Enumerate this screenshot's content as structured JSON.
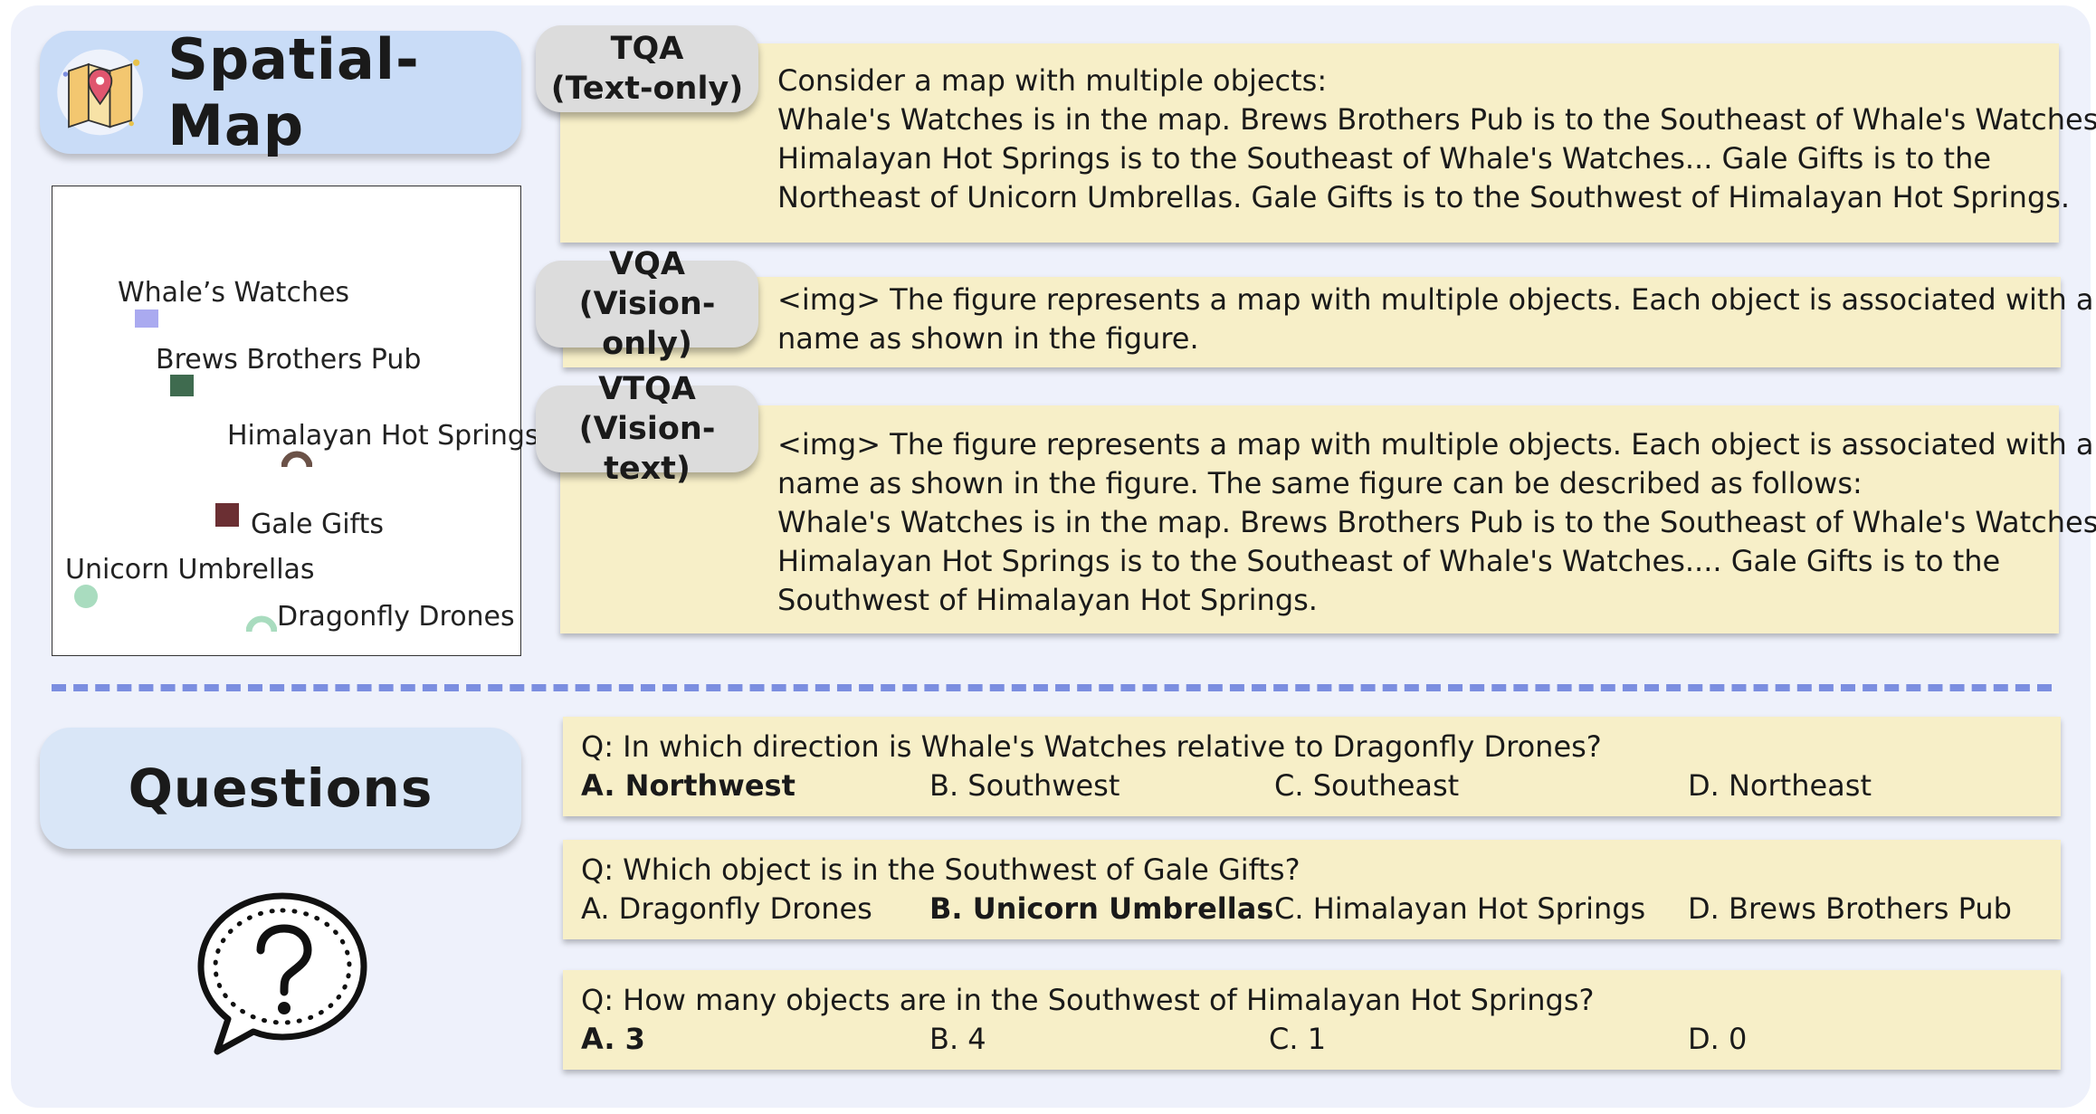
{
  "title": "Spatial-Map",
  "questions_title": "Questions",
  "map": {
    "objects": [
      {
        "name": "Whale’s  Watches"
      },
      {
        "name": "Brews Brothers Pub"
      },
      {
        "name": "Himalayan Hot Springs"
      },
      {
        "name": "Gale Gifts"
      },
      {
        "name": "Unicorn Umbrellas"
      },
      {
        "name": "Dragonfly Drones"
      }
    ],
    "colors": {
      "whales_watches": "#aaaaf0",
      "brews_brothers_pub": "#3f6b4f",
      "himalayan_hot_springs": "#6b5248",
      "gale_gifts": "#6b2f33",
      "unicorn_umbrellas": "#a9dcbf",
      "dragonfly_drones": "#a9dcbf"
    }
  },
  "modes": [
    {
      "tag_line1": "TQA",
      "tag_line2": "(Text-only)",
      "lines": [
        "Consider a map with multiple objects:",
        "Whale's Watches is in the map.  Brews Brothers Pub is to the Southeast of Whale's Watches.",
        "Himalayan Hot Springs is to the Southeast of Whale's Watches... Gale Gifts is to the",
        "Northeast of Unicorn Umbrellas. Gale Gifts is to the Southwest of Himalayan Hot Springs."
      ]
    },
    {
      "tag_line1": "VQA",
      "tag_line2": "(Vision-only)",
      "lines": [
        "<img> The figure represents a map with multiple objects. Each object is associated with a",
        "name as shown in the figure."
      ]
    },
    {
      "tag_line1": "VTQA",
      "tag_line2": "(Vision-text)",
      "lines": [
        "<img> The figure represents a map with multiple objects. Each object is associated with a",
        "name as shown in the figure.  The same figure can be described as follows:",
        "Whale's Watches is in the map.  Brews Brothers Pub is to the Southeast of Whale's Watches.",
        "Himalayan Hot Springs is to the Southeast of Whale's Watches....  Gale Gifts is to the",
        "Southwest of Himalayan Hot Springs."
      ]
    }
  ],
  "questions": [
    {
      "q": "Q: In which direction is Whale's Watches relative to Dragonfly Drones?",
      "options": [
        "A. Northwest",
        "B. Southwest",
        "C. Southeast",
        "D. Northeast"
      ],
      "correct": 0
    },
    {
      "q": "Q: Which object is in the Southwest of Gale Gifts?",
      "options": [
        "A. Dragonfly Drones",
        "B. Unicorn Umbrellas",
        "C. Himalayan Hot Springs",
        "D. Brews Brothers Pub"
      ],
      "correct": 1
    },
    {
      "q": "Q: How many objects are in the Southwest of Himalayan Hot Springs?",
      "options": [
        "A. 3",
        "B. 4",
        "C. 1",
        "D. 0"
      ],
      "correct": 0
    }
  ],
  "icons": {
    "title_icon": "folded-map-pin-icon",
    "questions_icon": "question-speech-bubble-icon"
  }
}
